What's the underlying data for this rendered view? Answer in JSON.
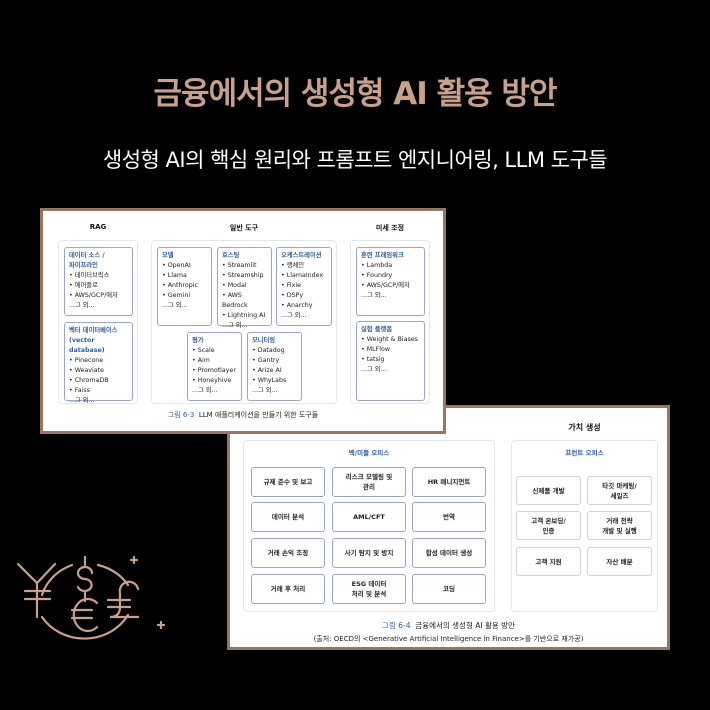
{
  "header": {
    "title": "금융에서의 생성형 AI 활용 방안",
    "subtitle": "생성형 AI의 핵심 원리와 프롬프트 엔지니어링, LLM 도구들"
  },
  "fig63": {
    "sections": [
      "RAG",
      "일반 도구",
      "미세 조정"
    ],
    "boxes": [
      {
        "title": "데이터 소스 /\n파이프라인",
        "items": [
          "• 데이터브릭스",
          "• 에어플로",
          "• AWS/GCP/애저",
          "...그 외..."
        ]
      },
      {
        "title": "벡터 데이터베이스\n(vector database)",
        "items": [
          "• Pinecone",
          "• Weaviate",
          "• ChromaDB",
          "• Faiss",
          "...그 외..."
        ]
      },
      {
        "title": "모델",
        "items": [
          "• OpenAI",
          "• Llama",
          "• Anthropic",
          "• Gemini",
          "...그 외..."
        ]
      },
      {
        "title": "호스팅",
        "items": [
          "• Streamlit",
          "• Streamship",
          "• Modal",
          "• AWS Bedrock",
          "• Lightning AI",
          "...그 외..."
        ]
      },
      {
        "title": "오케스트레이션",
        "items": [
          "• 랭체인",
          "• LlamaIndex",
          "• Fixie",
          "• DSPy",
          "• Anarchy",
          "...그 외..."
        ]
      },
      {
        "title": "평가",
        "items": [
          "• Scale",
          "• Aim",
          "• Promotlayer",
          "• Honeyhive",
          "...그 외..."
        ]
      },
      {
        "title": "모니터링",
        "items": [
          "• Datadog",
          "• Gantry",
          "• Arize AI",
          "• WhyLabs",
          "...그 외..."
        ]
      },
      {
        "title": "훈련 프레임워크",
        "items": [
          "• Lambda",
          "• Foundry",
          "• AWS/GCP/애저",
          "...그 외..."
        ]
      },
      {
        "title": "실험 플랫폼",
        "items": [
          "• Weight & Biases",
          "• MLFlow",
          "• tatsig",
          "...그 외..."
        ]
      }
    ],
    "caption_num": "그림 6-3",
    "caption_text": "LLM 애플리케이션을 만들기 위한 도구들"
  },
  "fig64": {
    "heading": "가치 생성",
    "back_title": "백/미들 오피스",
    "back_tiles": [
      "규제 준수 및 보고",
      "리스크 모델링 및\n관리",
      "HR 매니지먼트",
      "데이터 분석",
      "AML/CFT",
      "번역",
      "거래 손익 조정",
      "사기 탐지 및 방지",
      "합성 데이터 생성",
      "거래 후 처리",
      "ESG 데이터\n처리 및 분석",
      "코딩"
    ],
    "front_title": "프런트 오피스",
    "front_tiles": [
      "신제품 개발",
      "타깃 마케팅/\n세일즈",
      "고객 온보딩/\n인증",
      "거래 전략\n개발 및 실행",
      "고객 지원",
      "자산 배분"
    ],
    "caption_num": "그림 6-4",
    "caption_text": "금융에서의 생성형 AI 활용 방안",
    "source": "(출처: OECD의 <Generative Artificial Intelligence in Finance>를 기반으로 재가공)"
  },
  "colors": {
    "title": "#c9a08a",
    "accent": "#2d5fa8",
    "card_border": "#9a7560"
  },
  "decor": {
    "icon": "currency-exchange-icon"
  }
}
